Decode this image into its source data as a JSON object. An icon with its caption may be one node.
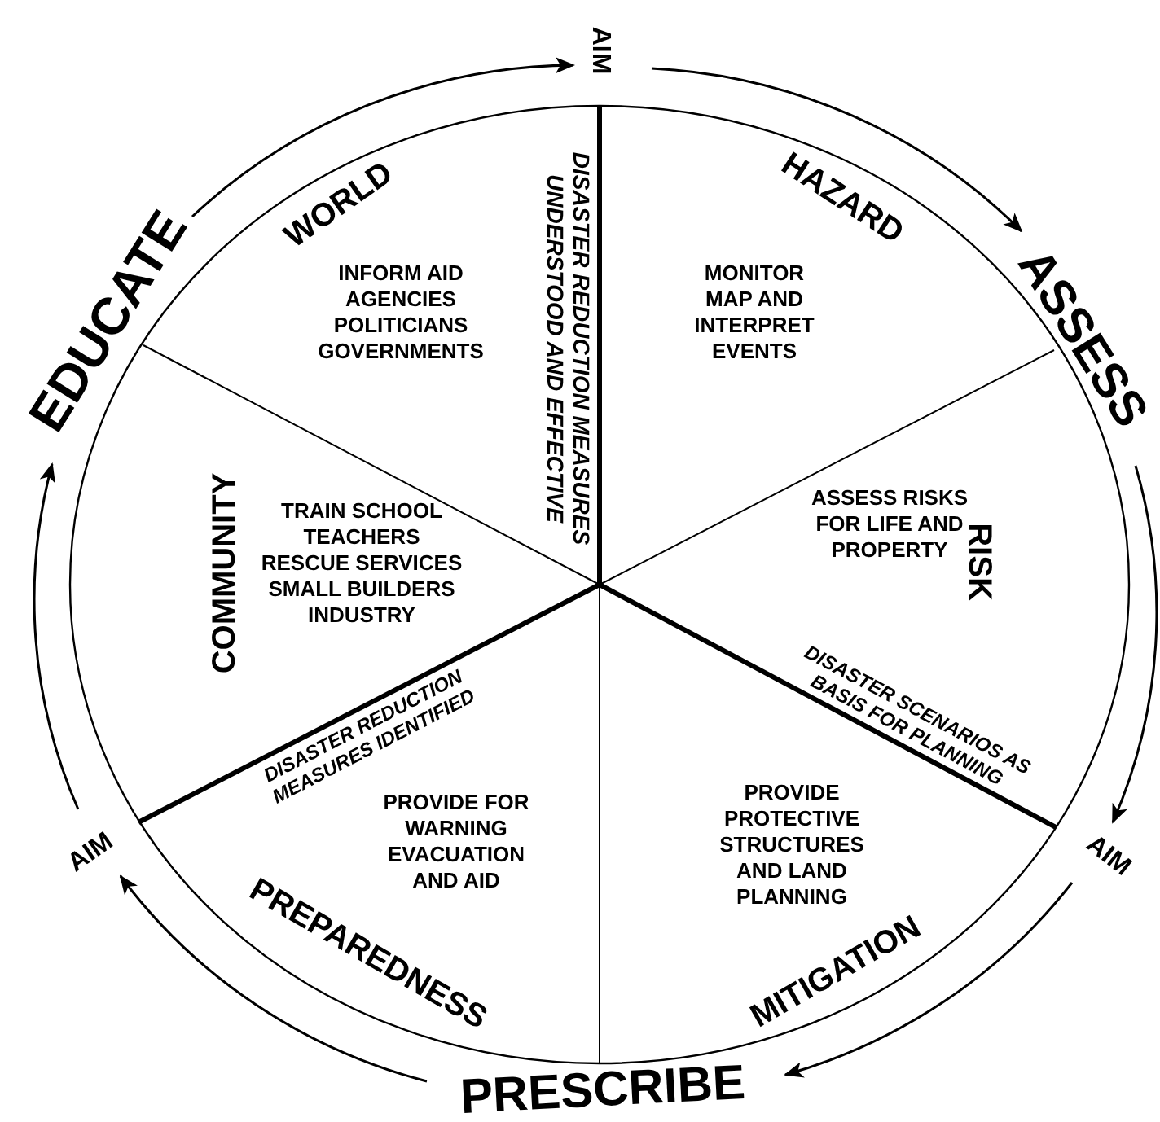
{
  "diagram": {
    "nodes": [
      {
        "text": [
          "WORLD",
          "INFORM AID AGENCIES POLITICIANS GOVERNMENTS"
        ]
      },
      {
        "text": [
          "HAZARD",
          "MONITOR MAP AND INTERPRET EVENTS"
        ]
      },
      {
        "text": [
          "RISK",
          "ASSESS RISKS FOR LIFE AND PROPERTY"
        ]
      },
      {
        "text": [
          "MITIGATION",
          "PROVIDE PROTECTIVE STRUCTURES AND LAND PLANNING"
        ]
      },
      {
        "text": [
          "PREPAREDNESS",
          "PROVIDE FOR WARNING EVACUATION AND AID"
        ]
      },
      {
        "text": [
          "COMMUNITY",
          "TRAIN SCHOOL TEACHERS RESCUE SERVICES SMALL BUILDERS INDUSTRY"
        ]
      },
      {
        "text": [
          "EDUCATE"
        ]
      },
      {
        "text": [
          "AIM"
        ]
      },
      {
        "text": [
          "ASSESS"
        ]
      },
      {
        "text": [
          "AIM"
        ]
      },
      {
        "text": [
          "PRESCRIBE"
        ]
      },
      {
        "text": [
          "AIM"
        ]
      }
    ],
    "edges": [
      {
        "from": 6,
        "to": 7,
        "arrow": "to"
      },
      {
        "from": 7,
        "to": 8,
        "arrow": "to"
      },
      {
        "from": 8,
        "to": 9,
        "arrow": "to"
      },
      {
        "from": 9,
        "to": 10,
        "arrow": "to"
      },
      {
        "from": 10,
        "to": 11,
        "arrow": "to"
      },
      {
        "from": 11,
        "to": 6,
        "arrow": "to"
      }
    ],
    "labels": [
      "DISASTER REDUCTION MEASURES UNDERSTOOD AND EFFECTIVE",
      "DISASTER SCENARIOS AS BASIS FOR PLANNING",
      "DISASTER REDUCTION MEASURES IDENTIFIED"
    ]
  }
}
